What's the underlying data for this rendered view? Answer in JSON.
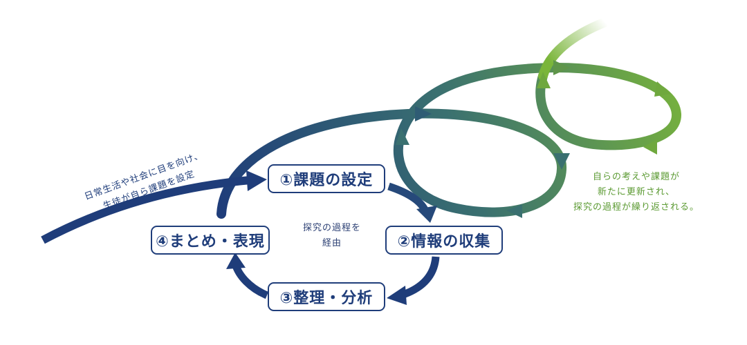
{
  "diagram": {
    "entry_text": [
      "日常生活や社会に目を向け、",
      "生徒が自ら課題を設定"
    ],
    "steps": [
      {
        "label": "①課題の設定"
      },
      {
        "label": "②情報の収集"
      },
      {
        "label": "③整理・分析"
      },
      {
        "label": "④まとめ・表現"
      }
    ],
    "center_text": [
      "探究の過程を",
      "経由"
    ],
    "spiral_text": [
      "自らの考えや課題が",
      "新たに更新され、",
      "探究の過程が繰り返される。"
    ],
    "colors": {
      "navy": "#1f3d7a",
      "teal": "#3a7070",
      "green": "#7ab53a",
      "text_green": "#5b9a32"
    }
  }
}
